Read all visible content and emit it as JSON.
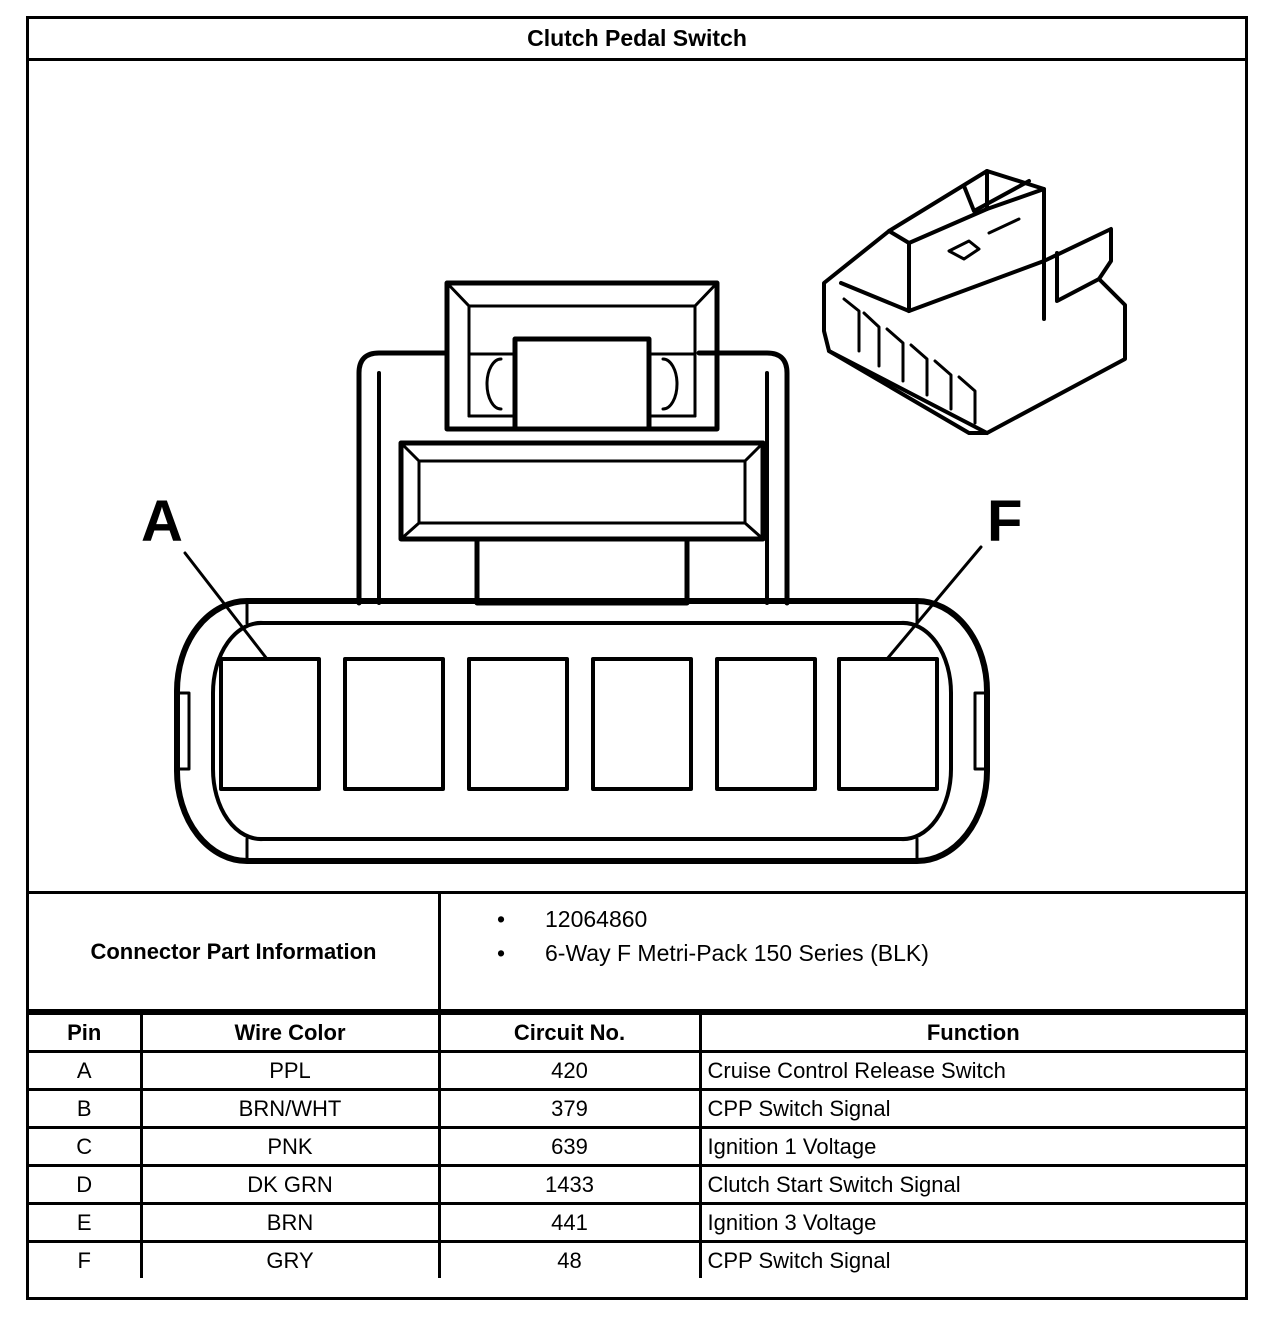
{
  "title": "Clutch Pedal Switch",
  "diagram": {
    "label_left": "A",
    "label_right": "F",
    "cavity_count": 6
  },
  "connector_info": {
    "label": "Connector Part Information",
    "items": [
      "12064860",
      "6-Way F Metri-Pack 150 Series (BLK)"
    ],
    "bullet": "•"
  },
  "table": {
    "headers": {
      "pin": "Pin",
      "wire_color": "Wire Color",
      "circuit": "Circuit No.",
      "function": "Function"
    },
    "rows": [
      {
        "pin": "A",
        "wire_color": "PPL",
        "circuit": "420",
        "function": "Cruise Control Release Switch"
      },
      {
        "pin": "B",
        "wire_color": "BRN/WHT",
        "circuit": "379",
        "function": "CPP Switch Signal"
      },
      {
        "pin": "C",
        "wire_color": "PNK",
        "circuit": "639",
        "function": "Ignition 1 Voltage"
      },
      {
        "pin": "D",
        "wire_color": "DK GRN",
        "circuit": "1433",
        "function": "Clutch Start Switch Signal"
      },
      {
        "pin": "E",
        "wire_color": "BRN",
        "circuit": "441",
        "function": "Ignition 3 Voltage"
      },
      {
        "pin": "F",
        "wire_color": "GRY",
        "circuit": "48",
        "function": "CPP Switch Signal"
      }
    ]
  }
}
